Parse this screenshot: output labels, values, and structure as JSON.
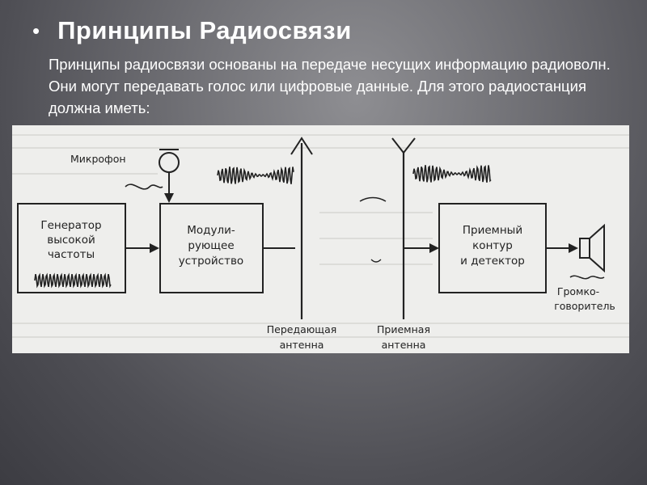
{
  "slide": {
    "title": "Принципы Радиосвязи",
    "bullet": "•",
    "text": "Принципы радиосвязи основаны на передаче несущих информацию радиоволн. Они могут передавать голос или цифровые данные. Для этого радиостанция должна иметь:"
  },
  "diagram": {
    "microphone": "Микрофон",
    "generator": [
      "Генератор",
      "высокой",
      "частоты"
    ],
    "modulator": [
      "Модули-",
      "рующее",
      "устройство"
    ],
    "transmit_antenna": [
      "Передающая",
      "антенна"
    ],
    "receive_antenna": [
      "Приемная",
      "антенна"
    ],
    "receiver": [
      "Приемный",
      "контур",
      "и детектор"
    ],
    "speaker": [
      "Громко-",
      "говоритель"
    ]
  }
}
